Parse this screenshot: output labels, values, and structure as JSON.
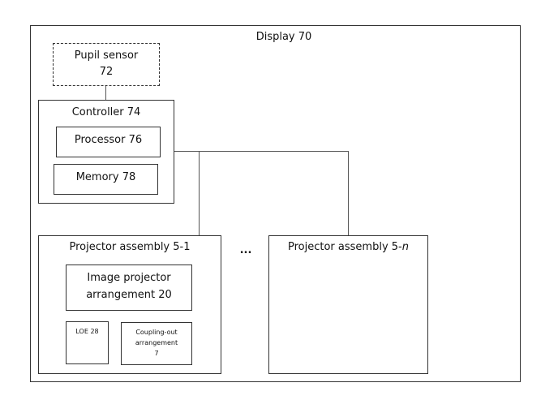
{
  "display": {
    "label": "Display 70"
  },
  "pupil_sensor": {
    "line1": "Pupil sensor",
    "line2": "72"
  },
  "controller": {
    "label": "Controller 74",
    "processor": "Processor 76",
    "memory": "Memory 78"
  },
  "projector_1": {
    "label": "Projector assembly 5-1",
    "image_projector": {
      "line1": "Image projector",
      "line2": "arrangement 20"
    },
    "loe": "LOE 28",
    "coupling_out": {
      "line1": "Coupling-out",
      "line2": "arrangement",
      "line3": "7"
    }
  },
  "ellipsis": "...",
  "projector_n": {
    "label_prefix": "Projector assembly 5-",
    "label_suffix": "n"
  }
}
